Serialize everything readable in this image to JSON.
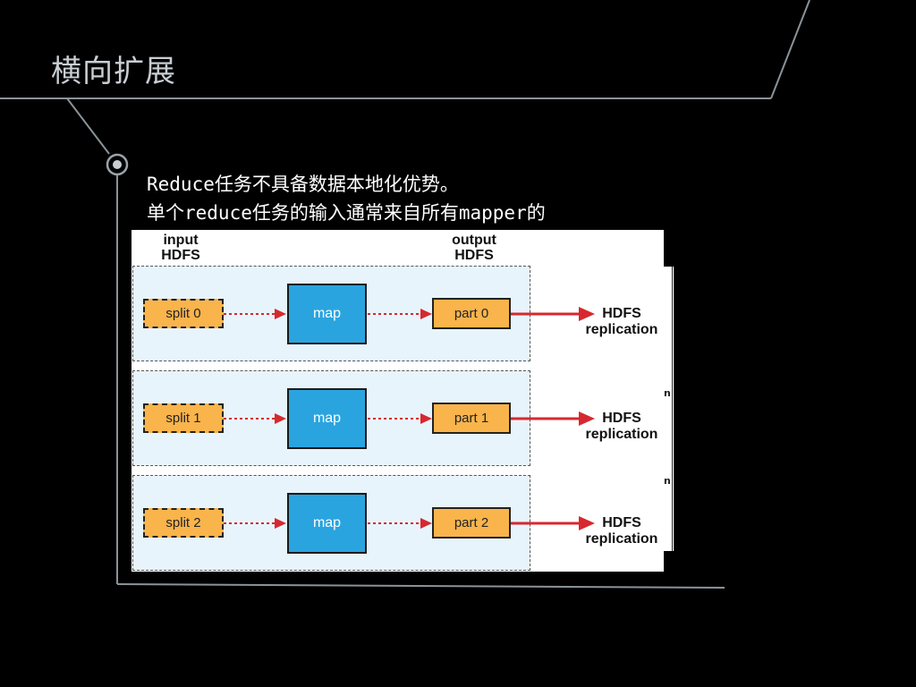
{
  "slide": {
    "title": "横向扩展",
    "bullet_lines": [
      "Reduce任务不具备数据本地化优势。",
      "单个reduce任务的输入通常来自所有mapper的"
    ]
  },
  "diagram": {
    "input_label": [
      "input",
      "HDFS"
    ],
    "output_label": [
      "output",
      "HDFS"
    ],
    "rows": [
      {
        "split": "split 0",
        "map": "map",
        "part": "part 0",
        "replication": [
          "HDFS",
          "replication"
        ]
      },
      {
        "split": "split 1",
        "map": "map",
        "part": "part 1",
        "replication": [
          "HDFS",
          "replication"
        ]
      },
      {
        "split": "split 2",
        "map": "map",
        "part": "part 2",
        "replication": [
          "HDFS",
          "replication"
        ]
      }
    ],
    "strip_fragments": [
      "n",
      "n"
    ]
  },
  "colors": {
    "background": "#000000",
    "frame_line": "#8a9399",
    "title": "#c9ced3",
    "row_fill": "#e8f4fb",
    "split_fill": "#f9b44c",
    "map_fill": "#2aa4df",
    "arrow": "#d7282f"
  },
  "icons": {
    "bullet": "ring-bullet-icon"
  }
}
